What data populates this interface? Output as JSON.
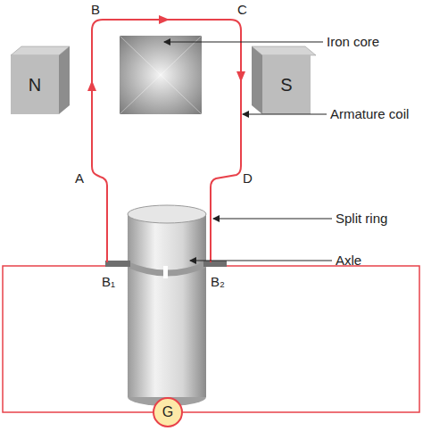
{
  "diagram": {
    "nodes": [
      {
        "text": [
          "N"
        ]
      },
      {
        "text": [
          "S"
        ]
      },
      {
        "text": [
          "G"
        ]
      }
    ],
    "labels": [
      "B",
      "C",
      "A",
      "D",
      "Iron core",
      "Armature coil",
      "Split ring",
      "Axle",
      "B₁",
      "B₂"
    ]
  }
}
